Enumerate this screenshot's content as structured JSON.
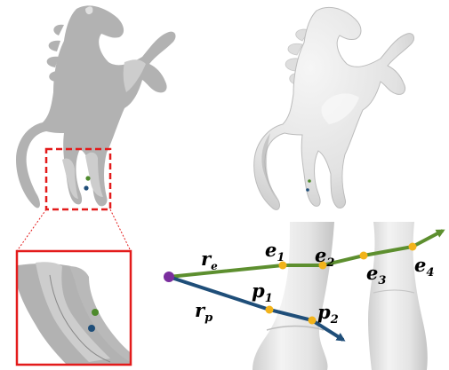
{
  "colors": {
    "silhouette": "#b2b2b2",
    "silhouette_light": "#cdcdcd",
    "shaded": "#e6e6e6",
    "zoom_box": "#e31b1b",
    "ray_e": "#5d8f2f",
    "ray_p": "#1f4e79",
    "origin_point": "#7a2e9e",
    "hit_point": "#f2b31a",
    "dot_green": "#4e8a2c",
    "dot_blue": "#1f4e79"
  },
  "panels": {
    "silhouette_view": "top-left",
    "shaded_view": "top-right",
    "zoom_inset": "bottom-left",
    "ray_diagram": "bottom-right"
  },
  "labels": {
    "r_e": {
      "base": "r",
      "sub": "e"
    },
    "r_p": {
      "base": "r",
      "sub": "p"
    },
    "e1": {
      "base": "e",
      "sub": "1"
    },
    "e2": {
      "base": "e",
      "sub": "2"
    },
    "e3": {
      "base": "e",
      "sub": "3"
    },
    "e4": {
      "base": "e",
      "sub": "4"
    },
    "p1": {
      "base": "p",
      "sub": "1"
    },
    "p2": {
      "base": "p",
      "sub": "2"
    }
  }
}
